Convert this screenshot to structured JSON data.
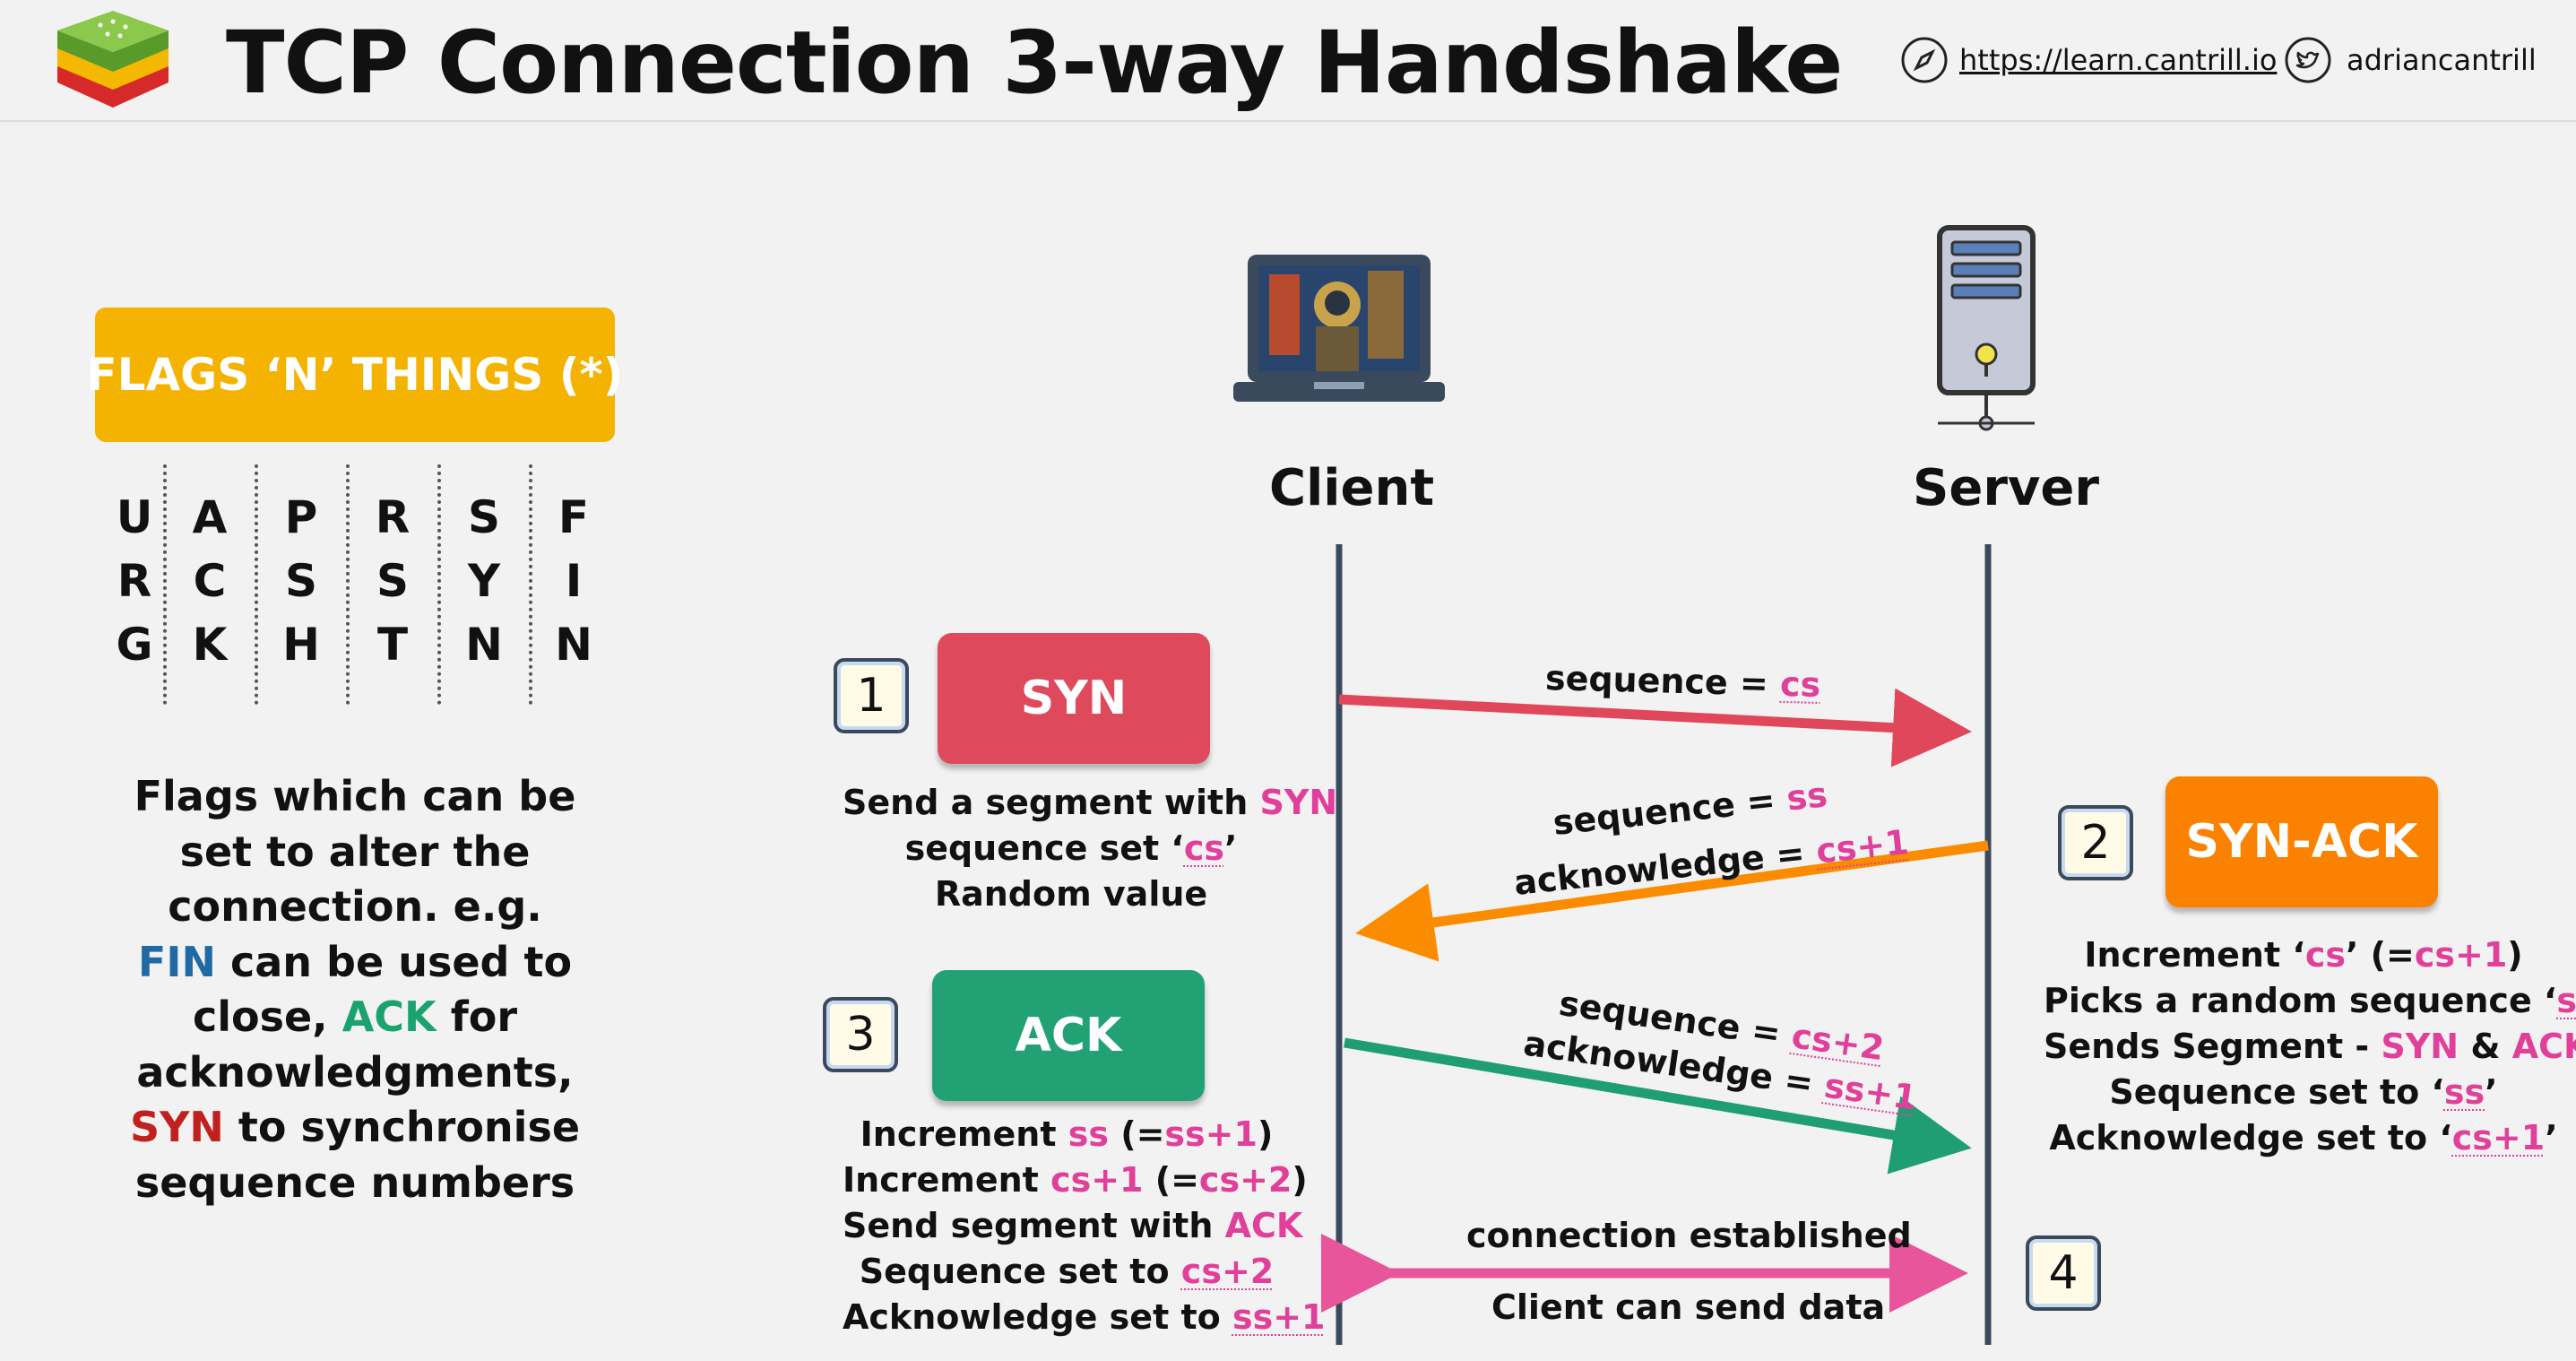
{
  "header": {
    "title": "TCP Connection 3-way Handshake",
    "link": "https://learn.cantrill.io",
    "twitter": "adriancantrill",
    "logo_icon": "layered-cube-logo-icon",
    "compass_icon": "compass-icon",
    "twitter_icon": "twitter-bird-icon"
  },
  "flags": {
    "title": "FLAGS ‘N’ THINGS (*)",
    "columns": [
      [
        "U",
        "R",
        "G"
      ],
      [
        "A",
        "C",
        "K"
      ],
      [
        "P",
        "S",
        "H"
      ],
      [
        "R",
        "S",
        "T"
      ],
      [
        "S",
        "Y",
        "N"
      ],
      [
        "F",
        "I",
        "N"
      ]
    ],
    "desc_lines": [
      "Flags which can be",
      "set to alter the",
      "connection. e.g."
    ],
    "desc_fin": "FIN",
    "desc_fin_rest": " can be used to",
    "desc_close": "close, ",
    "desc_ack": "ACK",
    "desc_ack_rest": " for",
    "desc_ack_line": "acknowledgments,",
    "desc_syn": "SYN",
    "desc_syn_rest": " to synchronise",
    "desc_last": "sequence numbers"
  },
  "actors": {
    "client": "Client",
    "server": "Server"
  },
  "steps": {
    "s1": {
      "num": "1",
      "label": "SYN",
      "line1_a": "Send a segment with ",
      "line1_b": "SYN",
      "line2_a": "sequence set ‘",
      "line2_b": "cs",
      "line2_c": "’",
      "line3": "Random value"
    },
    "s2": {
      "num": "2",
      "label": "SYN-ACK",
      "l1_a": "Increment ‘",
      "l1_b": "cs",
      "l1_c": "’ (=",
      "l1_d": "cs+1",
      "l1_e": ")",
      "l2_a": "Picks a random sequence ‘",
      "l2_b": "ss",
      "l2_c": "’",
      "l3_a": "Sends Segment - ",
      "l3_b": "SYN",
      "l3_c": " & ",
      "l3_d": "ACK",
      "l4_a": "Sequence set to ‘",
      "l4_b": "ss",
      "l4_c": "’",
      "l5_a": "Acknowledge set to ‘",
      "l5_b": "cs+1",
      "l5_c": "’"
    },
    "s3": {
      "num": "3",
      "label": "ACK",
      "l1_a": "Increment ",
      "l1_b": "ss",
      "l1_c": " (=",
      "l1_d": "ss+1",
      "l1_e": ")",
      "l2_a": "Increment ",
      "l2_b": "cs+1",
      "l2_c": " (=",
      "l2_d": "cs+2",
      "l2_e": ")",
      "l3_a": "Send segment with ",
      "l3_b": "ACK",
      "l4_a": "Sequence set to ",
      "l4_b": "cs+2",
      "l5_a": "Acknowledge set to ",
      "l5_b": "ss+1"
    },
    "s4": {
      "num": "4",
      "top": "connection established",
      "bottom": "Client can send data"
    }
  },
  "arrows": {
    "a1": {
      "seq_a": "sequence = ",
      "seq_b": "cs",
      "color": "#e0475a"
    },
    "a2": {
      "seq_a": "sequence = ",
      "seq_b": "ss",
      "ack_a": "acknowledge = ",
      "ack_b": "cs+1",
      "color": "#fb8c00"
    },
    "a3": {
      "seq_a": "sequence = ",
      "seq_b": "cs+2",
      "ack_a": "acknowledge = ",
      "ack_b": "ss+1",
      "color": "#1f9e74"
    },
    "a4": {
      "color": "#e9559a"
    }
  },
  "colors": {
    "syn": "#de4a5c",
    "synack": "#fb8100",
    "ack": "#22a274",
    "flags_box": "#f5b301",
    "pink": "#e0409a"
  }
}
